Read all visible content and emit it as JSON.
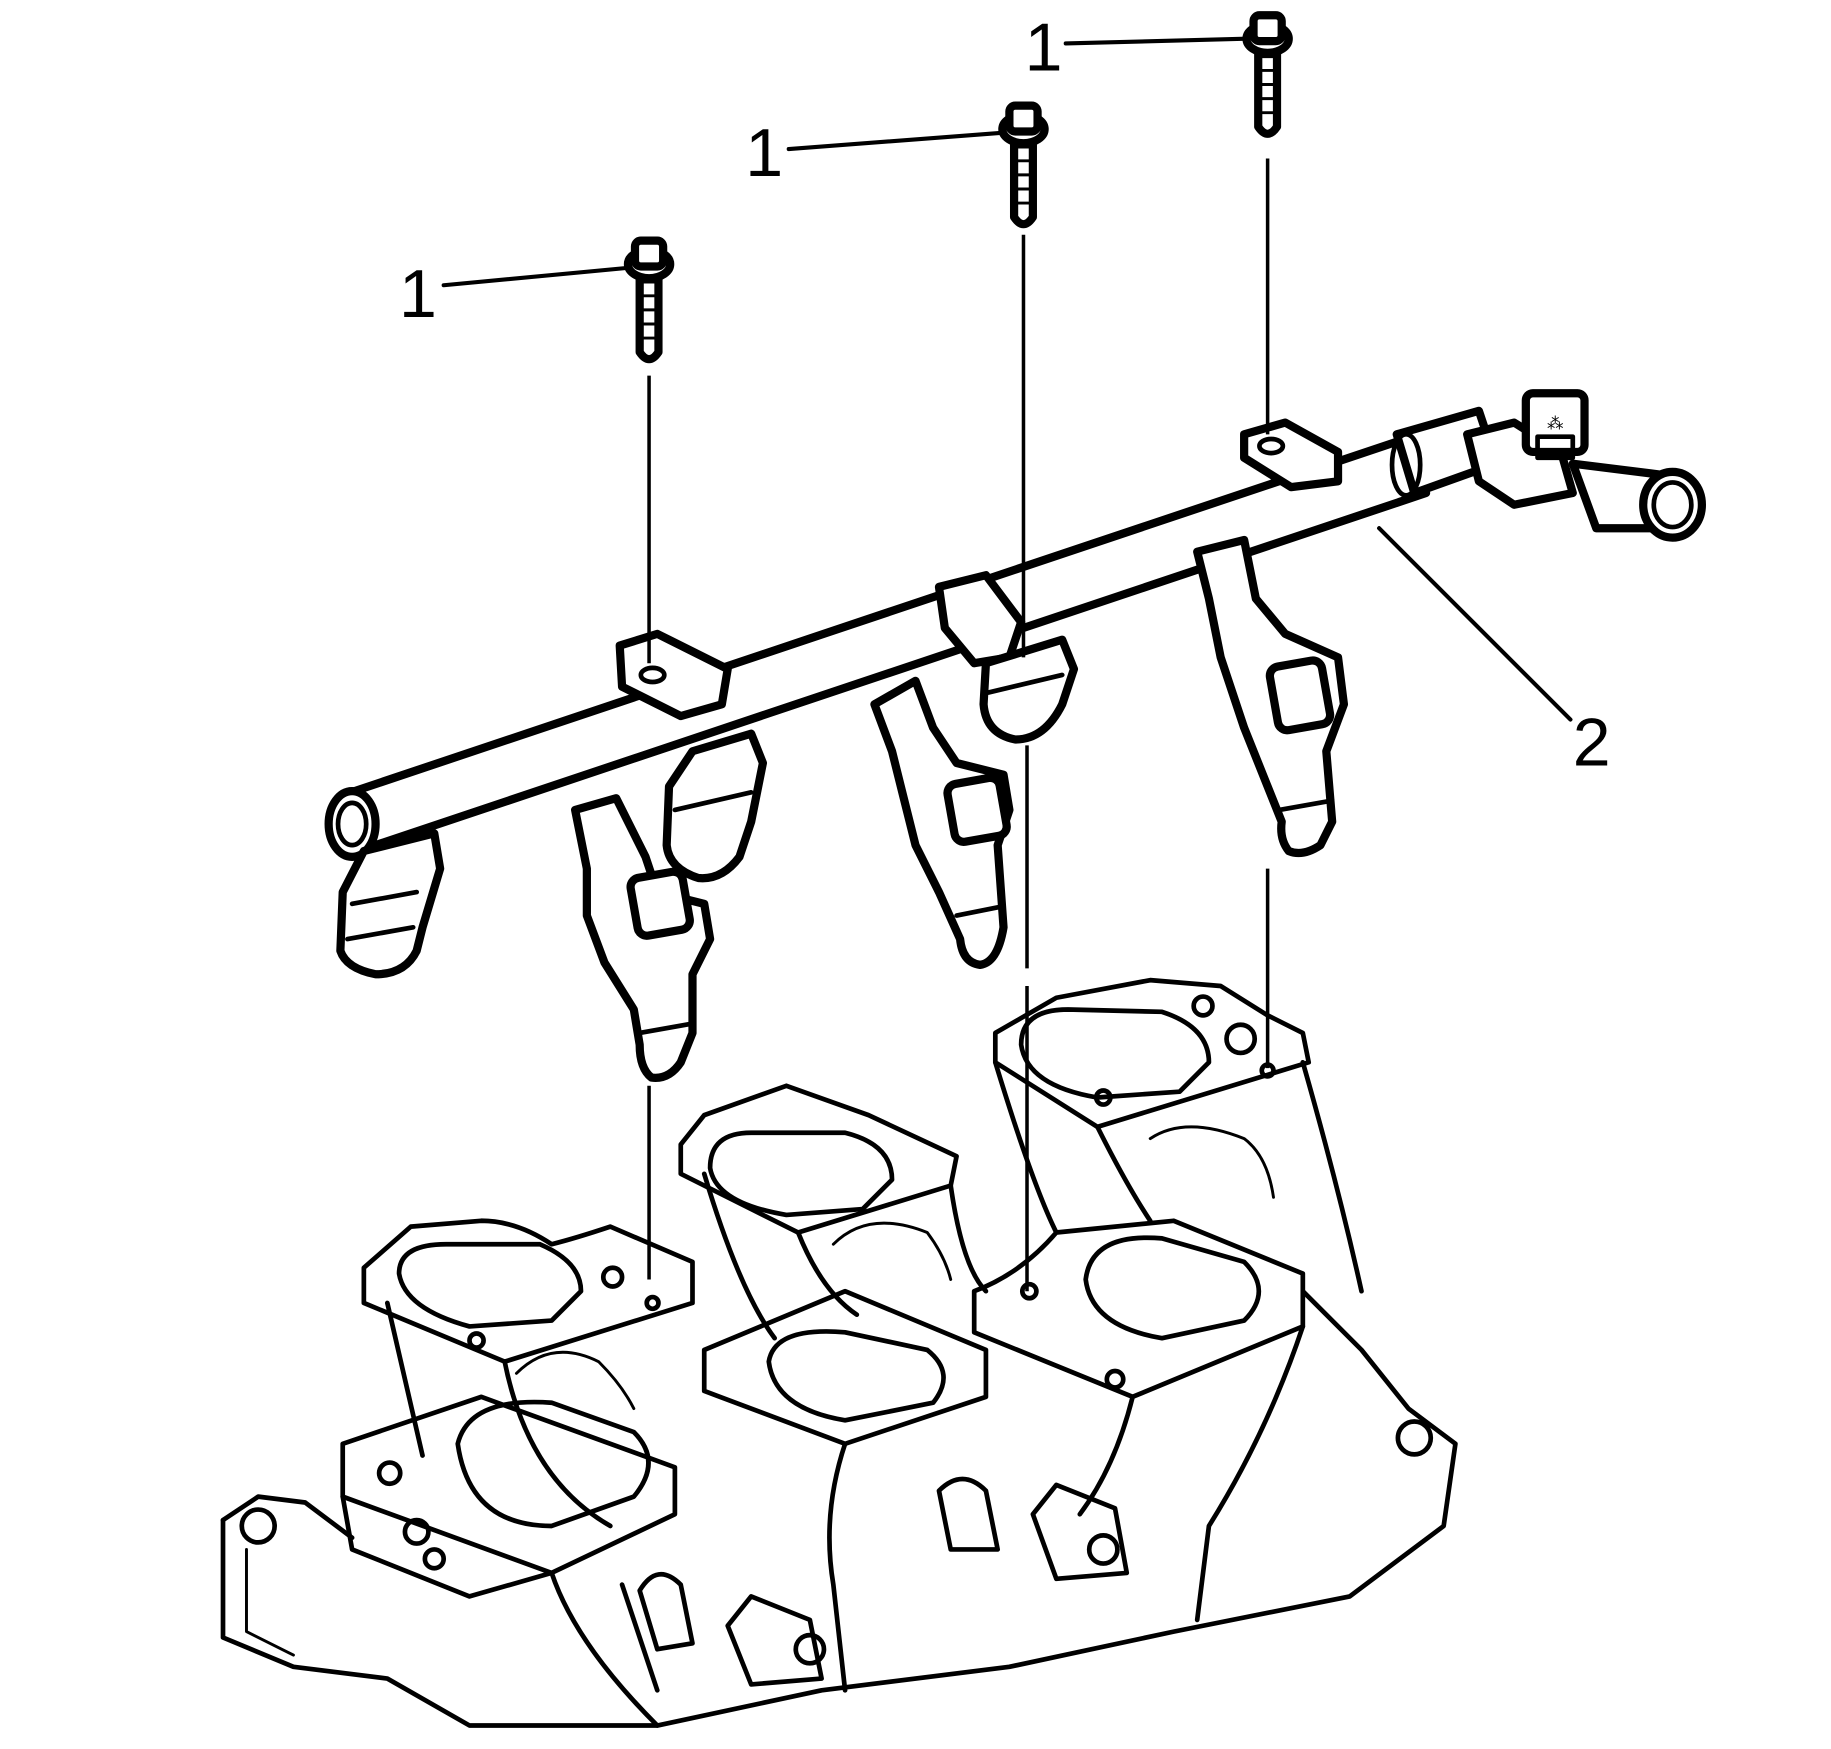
{
  "figure": {
    "description": "Fuel rail with fuel injectors and intake manifold, exploded view",
    "background": "#ffffff",
    "line_color": "#000000"
  },
  "callouts": [
    {
      "id": "1a",
      "label": "1",
      "part": "bolt"
    },
    {
      "id": "1b",
      "label": "1",
      "part": "bolt"
    },
    {
      "id": "1c",
      "label": "1",
      "part": "bolt"
    },
    {
      "id": "2",
      "label": "2",
      "part": "fuel-rail"
    }
  ]
}
